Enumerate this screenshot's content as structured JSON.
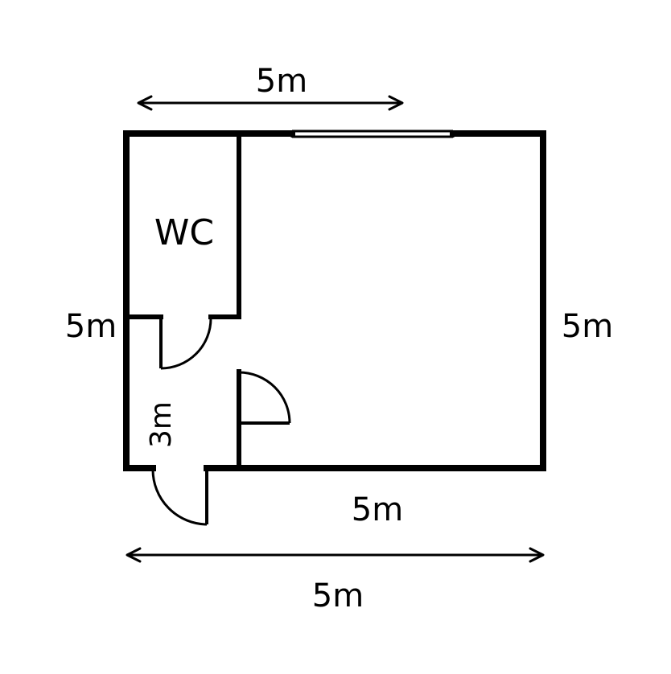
{
  "colors": {
    "line": "#000000",
    "background": "#ffffff"
  },
  "labels": {
    "top_dimension": "5m",
    "left_dimension": "5m",
    "right_dimension": "5m",
    "bottom_inner_dimension": "5m",
    "bottom_outer_dimension": "5m",
    "hall_dimension": "3m",
    "wc_room": "WC"
  }
}
